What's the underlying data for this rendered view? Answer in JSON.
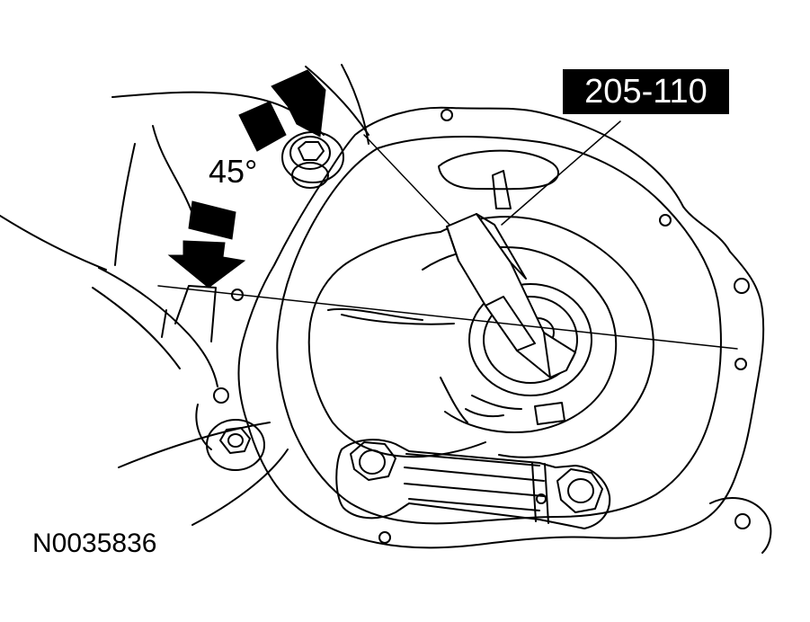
{
  "figure": {
    "tool_number": "205-110",
    "rotation_angle": "45°",
    "figure_id": "N0035836"
  },
  "colors": {
    "line": "#000000",
    "background": "#ffffff",
    "callout_box": "#000000",
    "callout_text": "#ffffff"
  },
  "icons": [
    "rotation-arrow-icon",
    "rotation-arrow-icon"
  ]
}
